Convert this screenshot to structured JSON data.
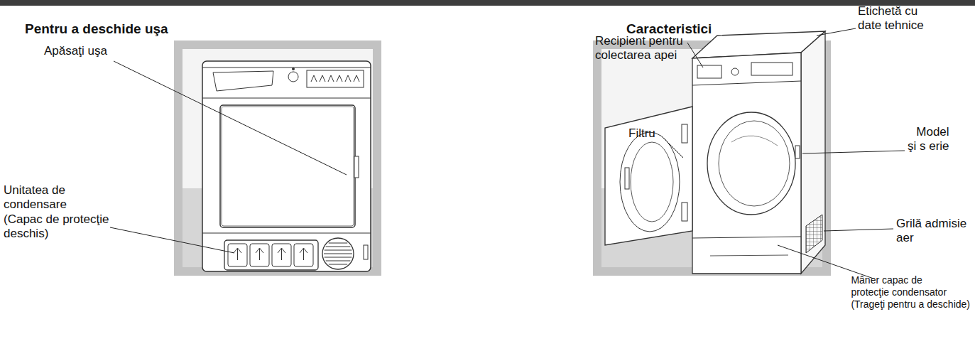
{
  "diagram": {
    "labels": [
      "Pentru a deschide uşa",
      "Apăsaţi uşa",
      "Unitatea de condensare (Capac de protecţie deschis)",
      "Caracteristici",
      "Etichetă cu date tehnice",
      "Recipient pentru colectarea apei",
      "Model şi s erie",
      "Filtru",
      "Grilă admisie aer",
      "Mâner capac de protecţie condensator (Trageţi pentru a deschide)"
    ]
  }
}
